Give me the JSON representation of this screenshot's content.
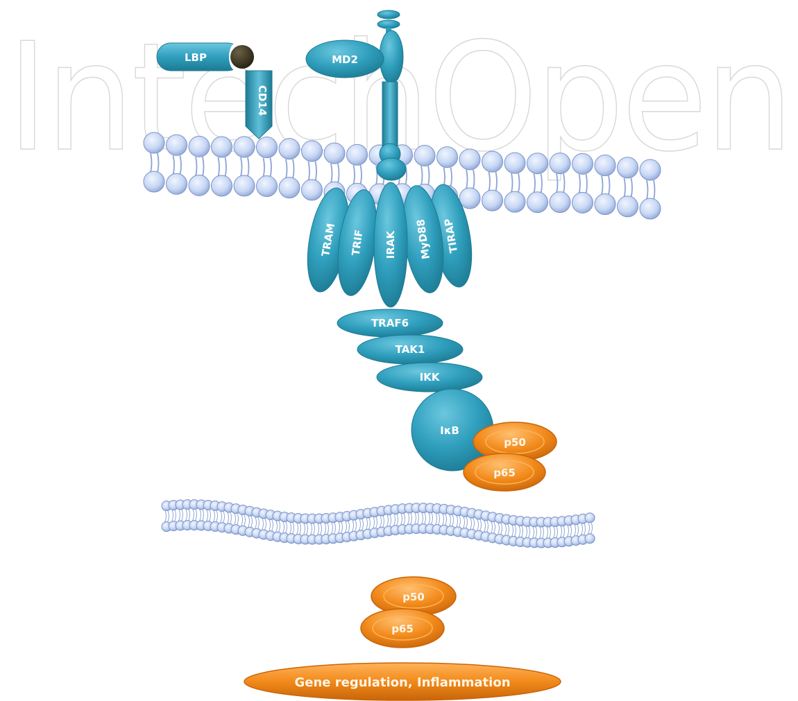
{
  "watermark": "IntechOpen",
  "colors": {
    "teal": "#2f9fbd",
    "teal_dark": "#1d7a93",
    "orange": "#f28a1a",
    "orange_dark": "#c8650a",
    "lipid_head": "#c7d7f4",
    "ligand": "#3a3422"
  },
  "receptor_complex": {
    "lbp": "LBP",
    "cd14": "CD14",
    "md2": "MD2"
  },
  "adaptors": [
    "TRAM",
    "TRIF",
    "IRAK",
    "MyD88",
    "TIRAP"
  ],
  "cascade": [
    "TRAF6",
    "TAK1",
    "IKK"
  ],
  "inhibitor": "IκB",
  "nfkb_cytoplasm": {
    "p50": "p50",
    "p65": "p65"
  },
  "nfkb_nucleus": {
    "p50": "p50",
    "p65": "p65"
  },
  "outcome": "Gene regulation, Inflammation"
}
